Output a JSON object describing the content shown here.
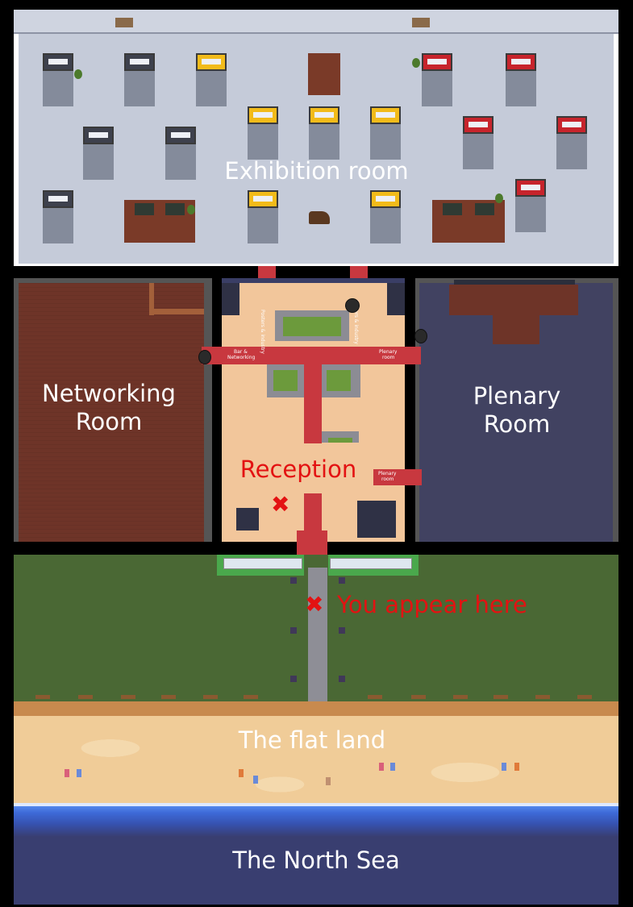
{
  "map": {
    "exhibition_label": "Exhibition room",
    "networking_label_line1": "Networking",
    "networking_label_line2": "Room",
    "plenary_label_line1": "Plenary",
    "plenary_label_line2": "Room",
    "reception_label": "Reception",
    "spawn_label": "You appear here",
    "beach_label": "The flat land",
    "sea_label": "The North Sea",
    "marker_glyph": "✖"
  },
  "paths": {
    "posters_industry_left": "Posters & industry",
    "posters_industry_right": "Posters & industry",
    "bar_networking_line1": "Bar &",
    "bar_networking_line2": "Networking",
    "plenary_top_line1": "Plenary",
    "plenary_top_line2": "room",
    "plenary_side_line1": "Plenary",
    "plenary_side_line2": "room"
  },
  "colors": {
    "path_red": "#c8383f",
    "label_red": "#e31212",
    "exhibition_floor": "#c5cbd9",
    "networking_floor": "#6e3428",
    "plenary_floor": "#414261",
    "reception_floor": "#f2c69b",
    "grass": "#4a6834",
    "sand": "#f0cc98",
    "sea": "#393e70"
  }
}
